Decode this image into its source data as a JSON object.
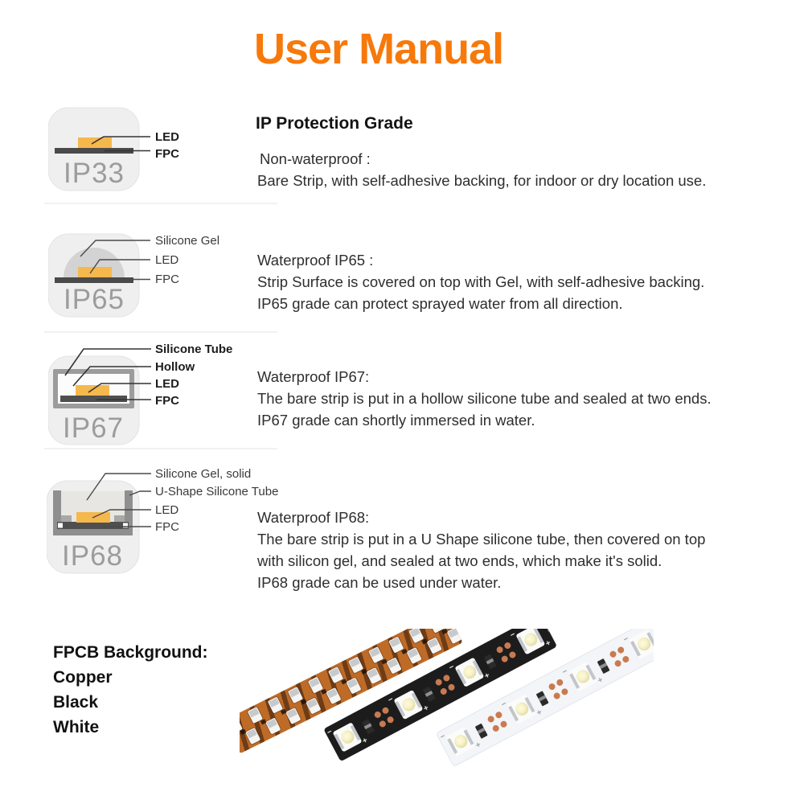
{
  "title": "User Manual",
  "colors": {
    "accent": "#f7790b",
    "led": "#f5b84d",
    "fpc": "#4a4a4a",
    "icon_bg": "#efefef",
    "badge_text": "#9c9c9c"
  },
  "sections": [
    {
      "badge": "IP33",
      "heading": "IP Protection Grade",
      "sub": "Non-waterproof :",
      "body": [
        "Bare Strip, with self-adhesive backing, for indoor or dry location use."
      ],
      "callouts": [
        "LED",
        "FPC"
      ]
    },
    {
      "badge": "IP65",
      "sub": "Waterproof IP65 :",
      "body": [
        "Strip Surface is covered on top with Gel, with self-adhesive backing.",
        "IP65 grade can protect sprayed water from all direction."
      ],
      "callouts": [
        "Silicone Gel",
        "LED",
        "FPC"
      ]
    },
    {
      "badge": "IP67",
      "sub": "Waterproof IP67:",
      "body": [
        "The bare strip is put in a hollow silicone tube and sealed at two ends.",
        "IP67 grade can shortly immersed in water."
      ],
      "callouts": [
        "Silicone Tube",
        "Hollow",
        "LED",
        "FPC"
      ]
    },
    {
      "badge": "IP68",
      "sub": "Waterproof IP68:",
      "body": [
        "The bare strip is put in a U Shape silicone tube, then covered on top",
        "with silicon gel, and sealed at two ends, which make it's solid.",
        "IP68 grade can be used under water."
      ],
      "callouts": [
        "Silicone Gel, solid",
        "U-Shape Silicone Tube",
        "LED",
        "FPC"
      ]
    }
  ],
  "fpcb": {
    "heading": "FPCB Background:",
    "options": [
      "Copper",
      "Black",
      "White"
    ]
  },
  "strips": [
    {
      "name": "copper",
      "color": "#be6b28"
    },
    {
      "name": "black",
      "color": "#1c1c1c"
    },
    {
      "name": "white",
      "color": "#f3f5f8"
    }
  ]
}
